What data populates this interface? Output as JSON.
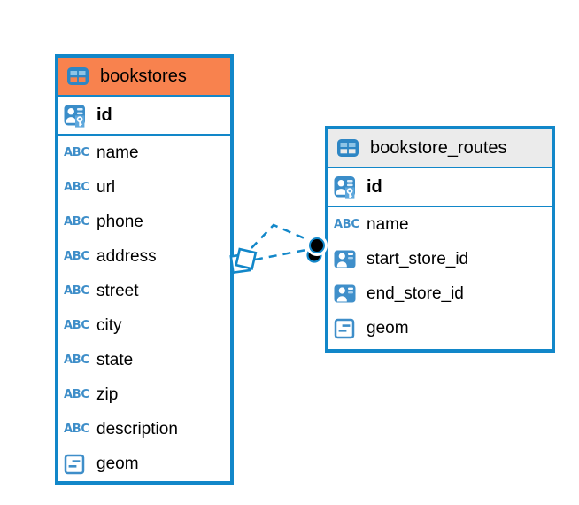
{
  "tables": [
    {
      "title": "bookstores",
      "selected": true,
      "columns": [
        {
          "label": "id",
          "type": "primary-key"
        },
        {
          "label": "name",
          "type": "text"
        },
        {
          "label": "url",
          "type": "text"
        },
        {
          "label": "phone",
          "type": "text"
        },
        {
          "label": "address",
          "type": "text"
        },
        {
          "label": "street",
          "type": "text"
        },
        {
          "label": "city",
          "type": "text"
        },
        {
          "label": "state",
          "type": "text"
        },
        {
          "label": "zip",
          "type": "text"
        },
        {
          "label": "description",
          "type": "text"
        },
        {
          "label": "geom",
          "type": "geometry"
        }
      ]
    },
    {
      "title": "bookstore_routes",
      "selected": false,
      "columns": [
        {
          "label": "id",
          "type": "primary-key"
        },
        {
          "label": "name",
          "type": "text"
        },
        {
          "label": "start_store_id",
          "type": "foreign-key"
        },
        {
          "label": "end_store_id",
          "type": "foreign-key"
        },
        {
          "label": "geom",
          "type": "geometry"
        }
      ]
    }
  ],
  "relationships": {
    "count": 2,
    "line_style": "dashed",
    "source_table": "bookstores",
    "target_table": "bookstore_routes",
    "source_marker": "diamond",
    "target_marker": "filled-circle"
  },
  "icons": {
    "table": "table-grid-icon",
    "primary_key": "person-key-icon",
    "foreign_key": "person-badge-icon",
    "text": "abc-icon",
    "geometry": "geometry-icon",
    "abc_glyph": "ABC"
  },
  "colors": {
    "accent": "#1287c9",
    "selected_header": "#f8824e",
    "plain_header": "#ebebeb",
    "icon_blue": "#3e8ec9",
    "icon_cell_light": "#8ec4e6",
    "endpoint_fill": "#000000",
    "text": "#000000",
    "background": "#ffffff"
  }
}
